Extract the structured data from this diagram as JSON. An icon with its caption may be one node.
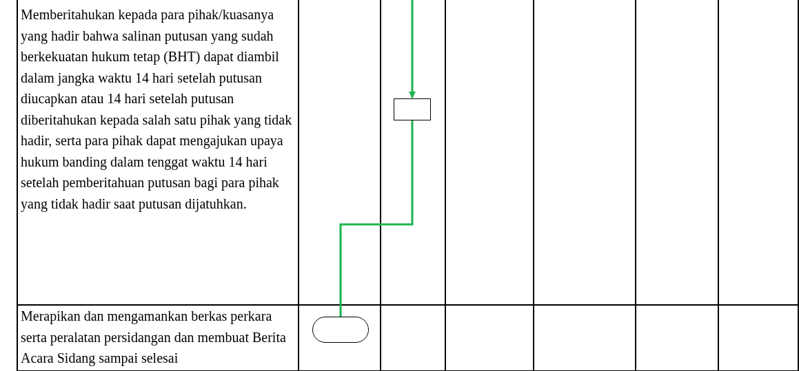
{
  "diagram": {
    "nodes": [
      {
        "text": [],
        "shape": "box"
      },
      {
        "text": [],
        "shape": "capsule"
      }
    ],
    "edges": [
      {
        "from": null,
        "to": 0,
        "arrow": "to"
      },
      {
        "from": 0,
        "to": 1,
        "arrow": "none"
      }
    ],
    "labels": [
      "Memberitahukan kepada para pihak/kuasanya yang hadir bahwa salinan putusan yang sudah berkekuatan hukum tetap (BHT) dapat diambil dalam jangka waktu 14 hari setelah putusan diucapkan atau 14 hari setelah putusan diberitahukan kepada salah satu pihak yang tidak hadir, serta para pihak dapat mengajukan upaya hukum banding dalam tenggat waktu 14 hari setelah pemberitahuan putusan bagi para pihak yang tidak hadir saat putusan dijatuhkan.",
      "Merapikan dan mengamankan berkas perkara serta peralatan persidangan dan membuat Berita Acara Sidang sampai selesai"
    ]
  }
}
